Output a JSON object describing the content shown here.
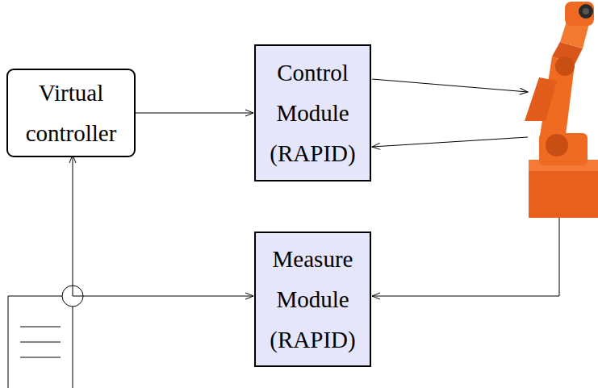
{
  "diagram": {
    "nodes": [
      {
        "text": [
          "Virtual controller"
        ]
      },
      {
        "text": [
          "Control Module (RAPID)"
        ]
      },
      {
        "text": [
          "Measure Module (RAPID)"
        ]
      }
    ],
    "edges": [
      {
        "from": 0,
        "to": 1,
        "arrow": "to"
      }
    ]
  }
}
